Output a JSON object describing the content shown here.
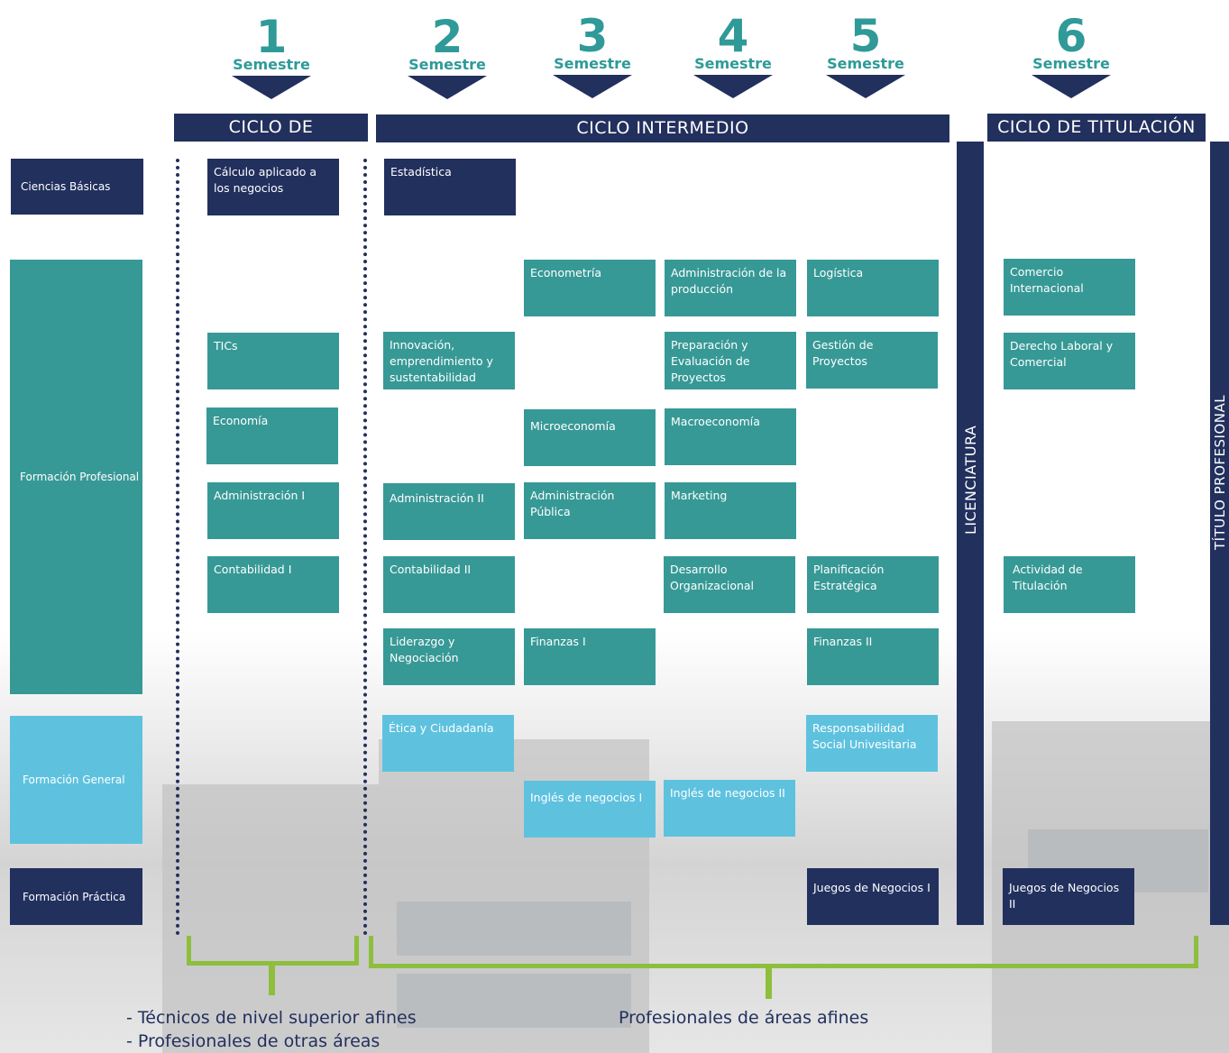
{
  "semesters": [
    {
      "number": "1",
      "label": "Semestre"
    },
    {
      "number": "2",
      "label": "Semestre"
    },
    {
      "number": "3",
      "label": "Semestre"
    },
    {
      "number": "4",
      "label": "Semestre"
    },
    {
      "number": "5",
      "label": "Semestre"
    },
    {
      "number": "6",
      "label": "Semestre"
    }
  ],
  "cycles": {
    "nivelacion": "CICLO DE NIVELACIÓN",
    "intermedio": "CICLO INTERMEDIO",
    "titulacion": "CICLO DE TITULACIÓN"
  },
  "areas": {
    "ciencias_basicas": "Ciencias Básicas",
    "formacion_profesional": "Formación Profesional",
    "formacion_general": "Formación General",
    "formacion_practica": "Formación Práctica"
  },
  "courses": {
    "calculo": "Cálculo aplicado a los negocios",
    "estadistica": "Estadística",
    "econometria": "Econometría",
    "admin_produccion": "Administración de la producción",
    "logistica": "Logística",
    "comercio_internacional": "Comercio Internacional",
    "tics": "TICs",
    "innovacion": "Innovación, emprendimiento y sustentabilidad",
    "preparacion_proyectos": "Preparación y Evaluación de Proyectos",
    "gestion_proyectos": "Gestión de Proyectos",
    "derecho_laboral": "Derecho Laboral y Comercial",
    "economia": "Economía",
    "microeconomia": "Microeconomía",
    "macroeconomia": "Macroeconomía",
    "admin_1": "Administración I",
    "admin_2": "Administración II",
    "admin_publica": "Administración Pública",
    "marketing": "Marketing",
    "contabilidad_1": "Contabilidad I",
    "contabilidad_2": "Contabilidad II",
    "desarrollo_org": "Desarrollo Organizacional",
    "planificacion": "Planificación Estratégica",
    "actividad_titulacion": "Actividad de Titulación",
    "liderazgo": "Liderazgo y Negociación",
    "finanzas_1": "Finanzas I",
    "finanzas_2": "Finanzas II",
    "etica": "Ética y Ciudadanía",
    "responsabilidad": "Responsabilidad Social Univesitaria",
    "ingles_1": "Inglés de negocios I",
    "ingles_2": "Inglés de negocios II",
    "juegos_1": "Juegos de Negocios I",
    "juegos_2": "Juegos de Negocios II"
  },
  "vertical_labels": {
    "licenciatura": "LICENCIATURA",
    "titulo": "TÍTULO PROFESIONAL"
  },
  "footer": {
    "left_line1": "-  Técnicos de nivel superior afines",
    "left_line2": "-  Profesionales de otras áreas",
    "right": "Profesionales de áreas afines"
  },
  "colors": {
    "navy": "#22305e",
    "teal": "#379996",
    "light_blue": "#5ec2df",
    "semester_teal": "#2f9a98",
    "bracket_green": "#8dbf3c"
  }
}
